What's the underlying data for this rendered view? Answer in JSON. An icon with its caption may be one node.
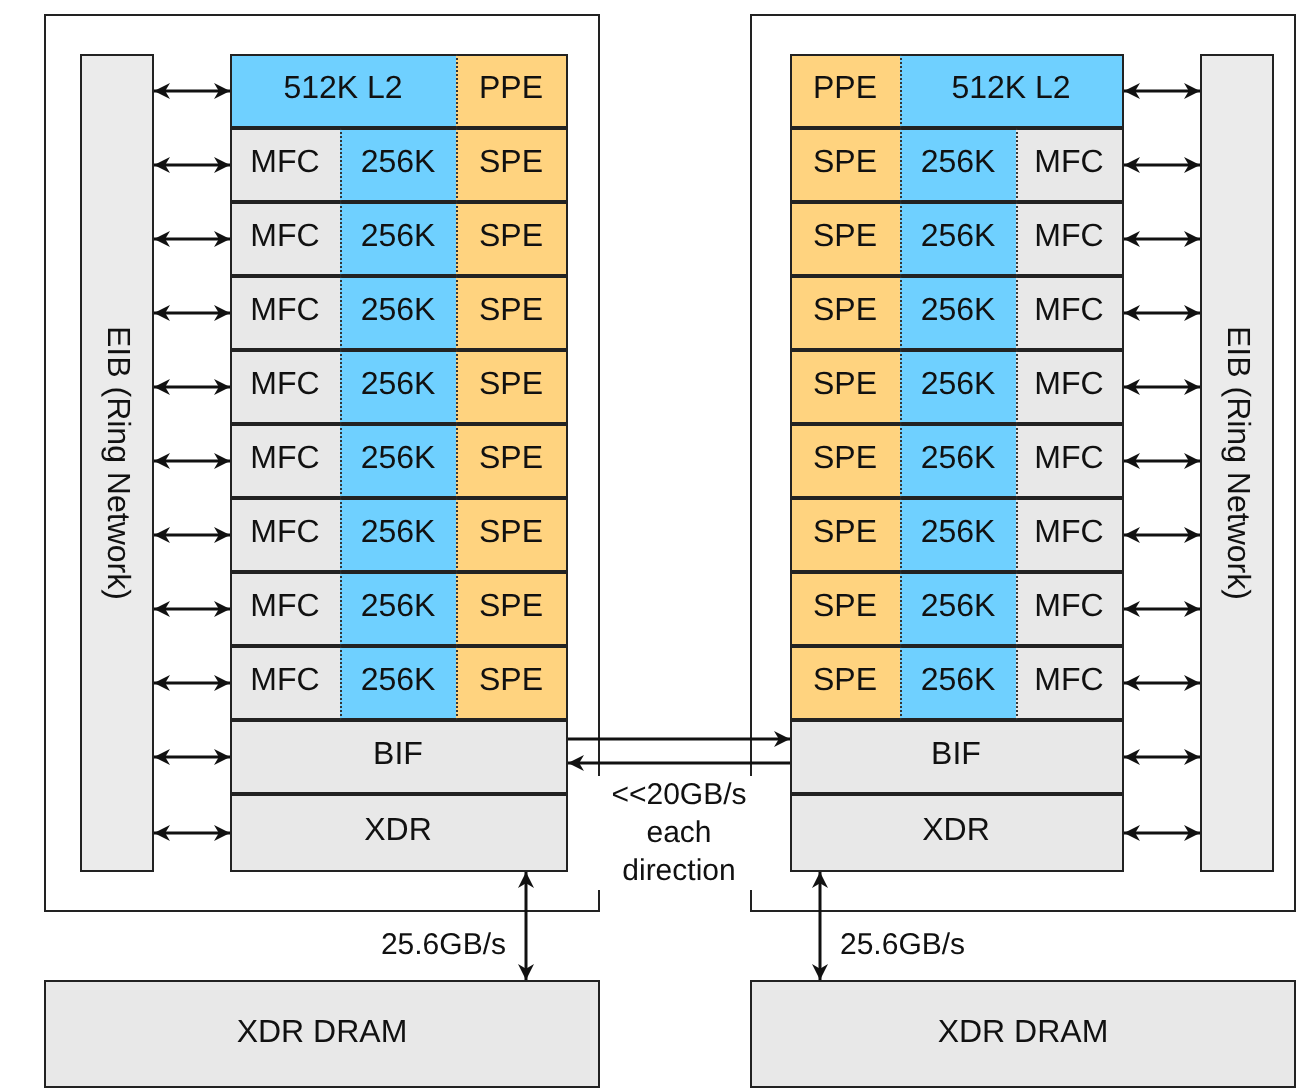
{
  "diagram": {
    "nodes": [
      {
        "text": [],
        "shape": "box"
      },
      {
        "text": [
          "EIB (Ring Network)"
        ],
        "in": 0
      },
      {
        "text": [
          "512K L2"
        ],
        "in": 0
      },
      {
        "text": [
          "PPE"
        ],
        "in": 0
      },
      {
        "text": [
          "MFC"
        ],
        "in": 0
      },
      {
        "text": [
          "256K"
        ],
        "in": 0
      },
      {
        "text": [
          "SPE"
        ],
        "in": 0
      },
      {
        "text": [
          "MFC"
        ],
        "in": 0
      },
      {
        "text": [
          "256K"
        ],
        "in": 0
      },
      {
        "text": [
          "SPE"
        ],
        "in": 0
      },
      {
        "text": [
          "MFC"
        ],
        "in": 0
      },
      {
        "text": [
          "256K"
        ],
        "in": 0
      },
      {
        "text": [
          "SPE"
        ],
        "in": 0
      },
      {
        "text": [
          "MFC"
        ],
        "in": 0
      },
      {
        "text": [
          "256K"
        ],
        "in": 0
      },
      {
        "text": [
          "SPE"
        ],
        "in": 0
      },
      {
        "text": [
          "MFC"
        ],
        "in": 0
      },
      {
        "text": [
          "256K"
        ],
        "in": 0
      },
      {
        "text": [
          "SPE"
        ],
        "in": 0
      },
      {
        "text": [
          "MFC"
        ],
        "in": 0
      },
      {
        "text": [
          "256K"
        ],
        "in": 0
      },
      {
        "text": [
          "SPE"
        ],
        "in": 0
      },
      {
        "text": [
          "MFC"
        ],
        "in": 0
      },
      {
        "text": [
          "256K"
        ],
        "in": 0
      },
      {
        "text": [
          "SPE"
        ],
        "in": 0
      },
      {
        "text": [
          "MFC"
        ],
        "in": 0
      },
      {
        "text": [
          "256K"
        ],
        "in": 0
      },
      {
        "text": [
          "SPE"
        ],
        "in": 0
      },
      {
        "text": [
          "BIF"
        ],
        "in": 0
      },
      {
        "text": [
          "XDR"
        ],
        "in": 0
      },
      {
        "text": [],
        "shape": "box"
      },
      {
        "text": [
          "EIB (Ring Network)"
        ],
        "in": 30
      },
      {
        "text": [
          "PPE"
        ],
        "in": 30
      },
      {
        "text": [
          "512K L2"
        ],
        "in": 30
      },
      {
        "text": [
          "SPE"
        ],
        "in": 30
      },
      {
        "text": [
          "256K"
        ],
        "in": 30
      },
      {
        "text": [
          "MFC"
        ],
        "in": 30
      },
      {
        "text": [
          "SPE"
        ],
        "in": 30
      },
      {
        "text": [
          "256K"
        ],
        "in": 30
      },
      {
        "text": [
          "MFC"
        ],
        "in": 30
      },
      {
        "text": [
          "SPE"
        ],
        "in": 30
      },
      {
        "text": [
          "256K"
        ],
        "in": 30
      },
      {
        "text": [
          "MFC"
        ],
        "in": 30
      },
      {
        "text": [
          "SPE"
        ],
        "in": 30
      },
      {
        "text": [
          "256K"
        ],
        "in": 30
      },
      {
        "text": [
          "MFC"
        ],
        "in": 30
      },
      {
        "text": [
          "SPE"
        ],
        "in": 30
      },
      {
        "text": [
          "256K"
        ],
        "in": 30
      },
      {
        "text": [
          "MFC"
        ],
        "in": 30
      },
      {
        "text": [
          "SPE"
        ],
        "in": 30
      },
      {
        "text": [
          "256K"
        ],
        "in": 30
      },
      {
        "text": [
          "MFC"
        ],
        "in": 30
      },
      {
        "text": [
          "SPE"
        ],
        "in": 30
      },
      {
        "text": [
          "256K"
        ],
        "in": 30
      },
      {
        "text": [
          "MFC"
        ],
        "in": 30
      },
      {
        "text": [
          "SPE"
        ],
        "in": 30
      },
      {
        "text": [
          "256K"
        ],
        "in": 30
      },
      {
        "text": [
          "MFC"
        ],
        "in": 30
      },
      {
        "text": [
          "BIF"
        ],
        "in": 30
      },
      {
        "text": [
          "XDR"
        ],
        "in": 30
      },
      {
        "text": [
          "XDR DRAM"
        ]
      },
      {
        "text": [
          "XDR DRAM"
        ]
      }
    ],
    "edges": [
      {
        "from": 1,
        "to": 2,
        "arrow": "both"
      },
      {
        "from": 1,
        "to": 4,
        "arrow": "both"
      },
      {
        "from": 1,
        "to": 7,
        "arrow": "both"
      },
      {
        "from": 1,
        "to": 10,
        "arrow": "both"
      },
      {
        "from": 1,
        "to": 13,
        "arrow": "both"
      },
      {
        "from": 1,
        "to": 16,
        "arrow": "both"
      },
      {
        "from": 1,
        "to": 19,
        "arrow": "both"
      },
      {
        "from": 1,
        "to": 22,
        "arrow": "both"
      },
      {
        "from": 1,
        "to": 25,
        "arrow": "both"
      },
      {
        "from": 1,
        "to": 28,
        "arrow": "both"
      },
      {
        "from": 1,
        "to": 29,
        "arrow": "both"
      },
      {
        "from": 33,
        "to": 31,
        "arrow": "both"
      },
      {
        "from": 36,
        "to": 31,
        "arrow": "both"
      },
      {
        "from": 39,
        "to": 31,
        "arrow": "both"
      },
      {
        "from": 42,
        "to": 31,
        "arrow": "both"
      },
      {
        "from": 45,
        "to": 31,
        "arrow": "both"
      },
      {
        "from": 48,
        "to": 31,
        "arrow": "both"
      },
      {
        "from": 51,
        "to": 31,
        "arrow": "both"
      },
      {
        "from": 54,
        "to": 31,
        "arrow": "both"
      },
      {
        "from": 57,
        "to": 31,
        "arrow": "both"
      },
      {
        "from": 58,
        "to": 31,
        "arrow": "both"
      },
      {
        "from": 59,
        "to": 31,
        "arrow": "both"
      },
      {
        "from": 28,
        "to": 58,
        "arrow": "to"
      },
      {
        "from": 58,
        "to": 28,
        "arrow": "to",
        "label": "<<20GB/s each direction"
      },
      {
        "from": 29,
        "to": 60,
        "arrow": "both",
        "label": "25.6GB/s"
      },
      {
        "from": 59,
        "to": 61,
        "arrow": "both",
        "label": "25.6GB/s"
      }
    ]
  }
}
